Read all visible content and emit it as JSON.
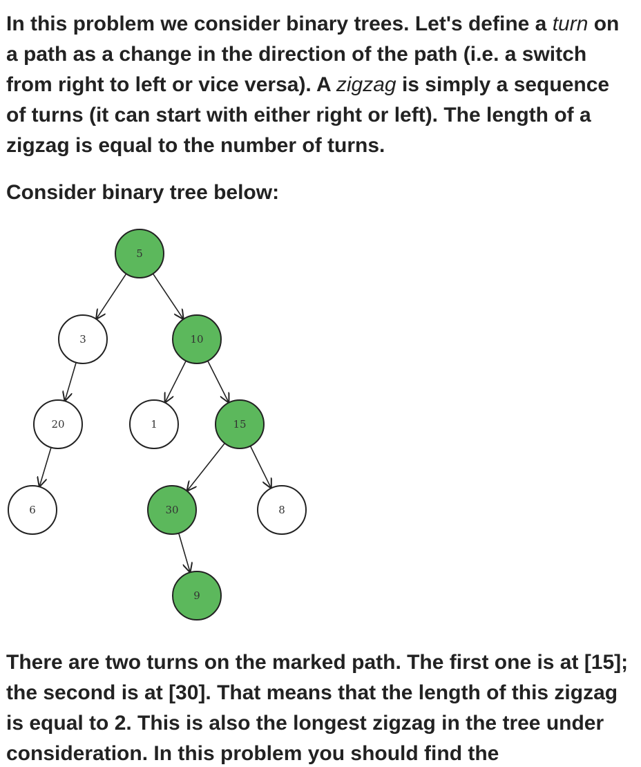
{
  "paragraphs": {
    "p1": {
      "a": "In this problem we consider binary trees. Let's define a ",
      "b": "turn",
      "c": " on a path as a change in the direction of the path (i.e. a switch from right to left or vice versa). A ",
      "d": "zigzag",
      "e": " is simply a sequence of turns (it can start with either right or left). The length of a zigzag is equal to the number of turns."
    },
    "p2": "Consider binary tree below:",
    "p3": "There are two turns on the marked path. The first one is at [15]; the second is at [30]. That means that the length of this zigzag is equal to 2. This is also the longest zigzag in the tree under consideration. In this problem you should find the"
  },
  "tree": {
    "colors": {
      "highlight": "#5cb85c",
      "plain": "#ffffff",
      "stroke": "#222222"
    },
    "nodes": [
      {
        "id": "n5",
        "label": "5",
        "marked": true
      },
      {
        "id": "n3",
        "label": "3",
        "marked": false
      },
      {
        "id": "n10",
        "label": "10",
        "marked": true
      },
      {
        "id": "n20",
        "label": "20",
        "marked": false
      },
      {
        "id": "n1",
        "label": "1",
        "marked": false
      },
      {
        "id": "n15",
        "label": "15",
        "marked": true
      },
      {
        "id": "n6",
        "label": "6",
        "marked": false
      },
      {
        "id": "n30",
        "label": "30",
        "marked": true
      },
      {
        "id": "n8",
        "label": "8",
        "marked": false
      },
      {
        "id": "n9",
        "label": "9",
        "marked": true
      }
    ],
    "edges": [
      {
        "from": "n5",
        "to": "n3"
      },
      {
        "from": "n5",
        "to": "n10"
      },
      {
        "from": "n3",
        "to": "n20"
      },
      {
        "from": "n10",
        "to": "n1"
      },
      {
        "from": "n10",
        "to": "n15"
      },
      {
        "from": "n20",
        "to": "n6"
      },
      {
        "from": "n15",
        "to": "n30"
      },
      {
        "from": "n15",
        "to": "n8"
      },
      {
        "from": "n30",
        "to": "n9"
      }
    ]
  }
}
